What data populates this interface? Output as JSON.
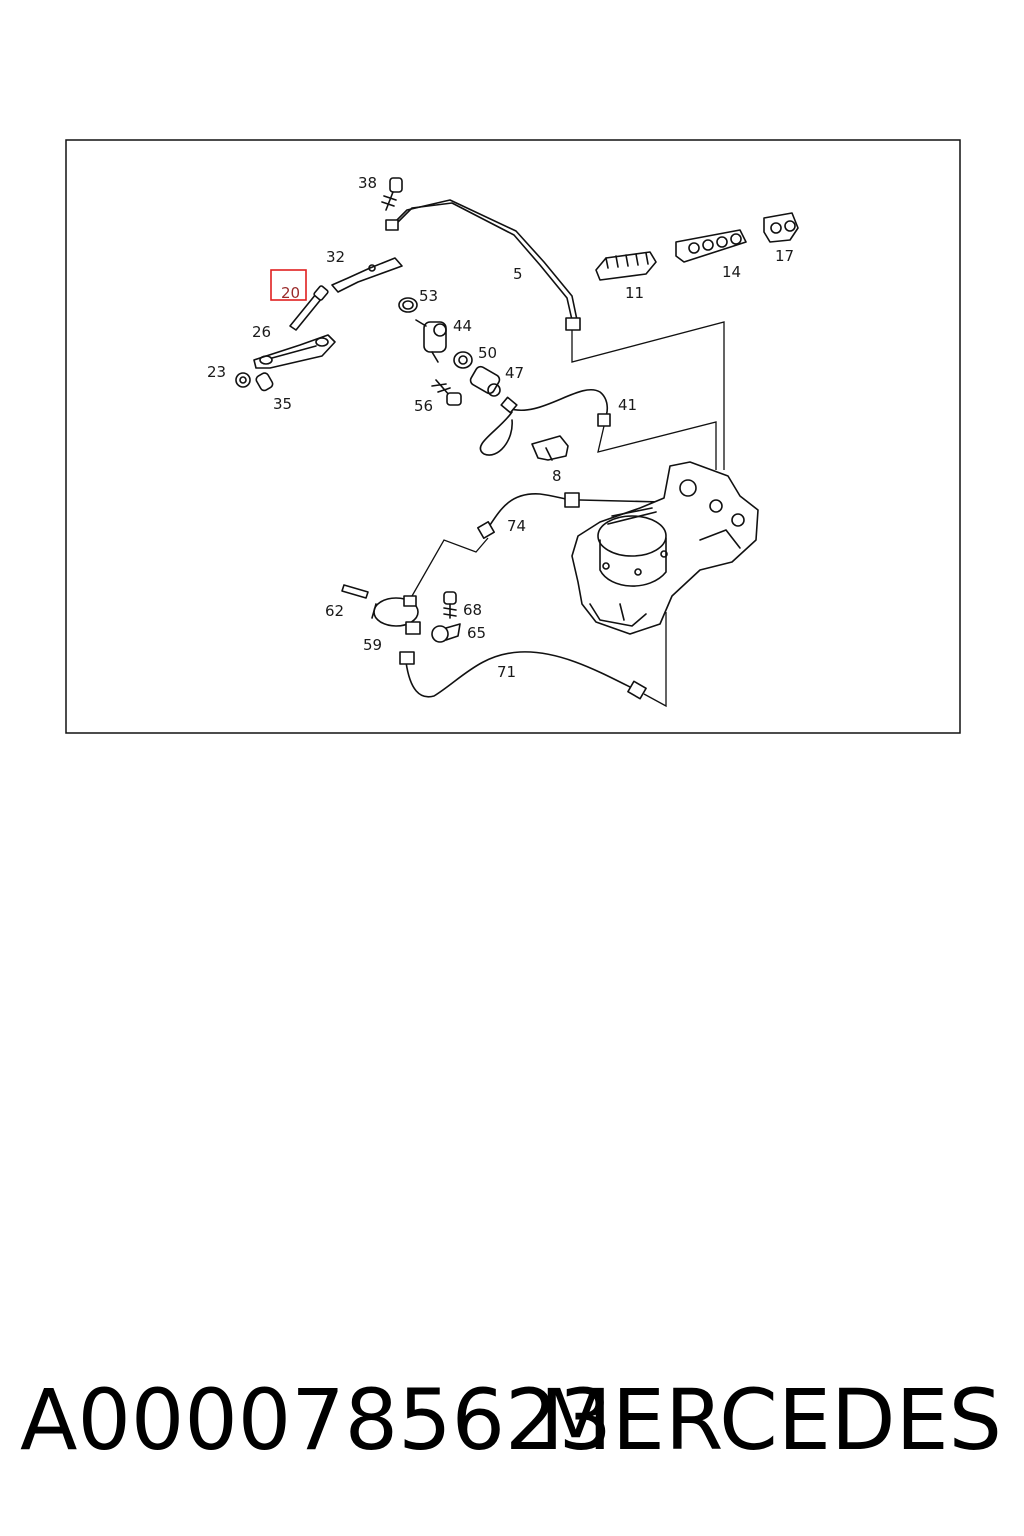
{
  "diagram": {
    "highlighted_callout": "20",
    "callouts": [
      {
        "id": "c38",
        "label": "38"
      },
      {
        "id": "c32",
        "label": "32"
      },
      {
        "id": "c20",
        "label": "20"
      },
      {
        "id": "c26",
        "label": "26"
      },
      {
        "id": "c23",
        "label": "23"
      },
      {
        "id": "c35",
        "label": "35"
      },
      {
        "id": "c53",
        "label": "53"
      },
      {
        "id": "c44",
        "label": "44"
      },
      {
        "id": "c50",
        "label": "50"
      },
      {
        "id": "c47",
        "label": "47"
      },
      {
        "id": "c56",
        "label": "56"
      },
      {
        "id": "c5",
        "label": "5"
      },
      {
        "id": "c11",
        "label": "11"
      },
      {
        "id": "c14",
        "label": "14"
      },
      {
        "id": "c17",
        "label": "17"
      },
      {
        "id": "c41",
        "label": "41"
      },
      {
        "id": "c8",
        "label": "8"
      },
      {
        "id": "c74",
        "label": "74"
      },
      {
        "id": "c62",
        "label": "62"
      },
      {
        "id": "c68",
        "label": "68"
      },
      {
        "id": "c65",
        "label": "65"
      },
      {
        "id": "c59",
        "label": "59"
      },
      {
        "id": "c71",
        "label": "71"
      }
    ],
    "highlight_color": "#e02020"
  },
  "footer": {
    "part_number": "A0000785623",
    "brand": "MERCEDES"
  }
}
